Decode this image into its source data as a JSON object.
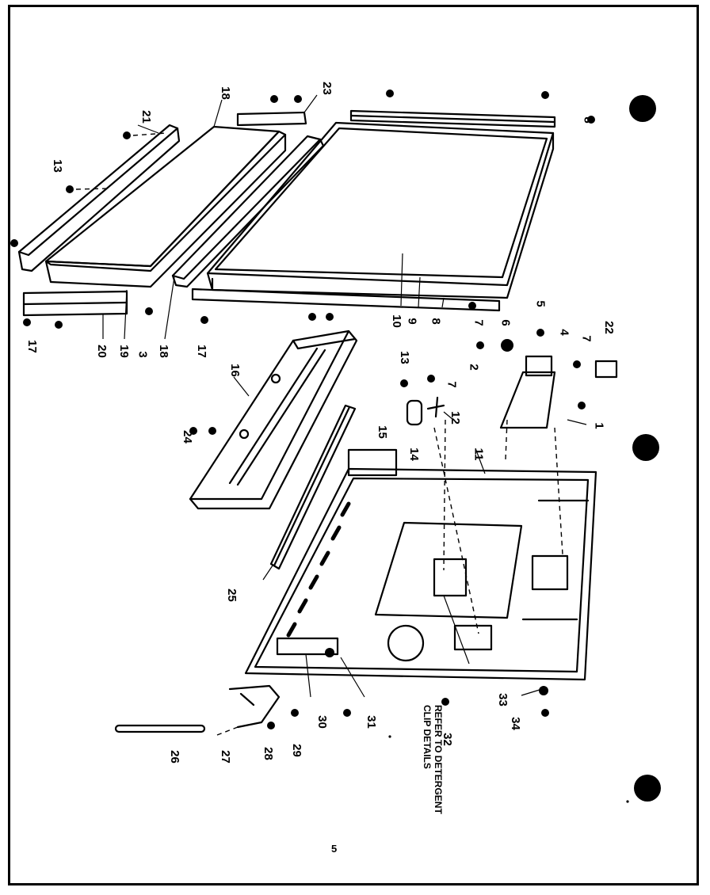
{
  "page_number": "5",
  "note": {
    "line1": "REFER TO DETERGENT",
    "line2": "CLIP DETAILS"
  },
  "callouts": {
    "c1": "1",
    "c2": "2",
    "c3": "3",
    "c4": "4",
    "c5": "5",
    "c6": "6",
    "c7a": "7",
    "c7b": "7",
    "c7c": "7",
    "c8a": "8",
    "c8b": "8",
    "c9": "9",
    "c10": "10",
    "c11": "11",
    "c12": "12",
    "c13a": "13",
    "c13b": "13",
    "c14": "14",
    "c15": "15",
    "c16": "16",
    "c17a": "17",
    "c17b": "17",
    "c18a": "18",
    "c18b": "18",
    "c19": "19",
    "c20": "20",
    "c21": "21",
    "c22": "22",
    "c23": "23",
    "c24": "24",
    "c25": "25",
    "c26": "26",
    "c27": "27",
    "c28": "28",
    "c29": "29",
    "c30": "30",
    "c31": "31",
    "c32": "32",
    "c33": "33",
    "c34": "34"
  },
  "colors": {
    "ink": "#000000",
    "paper": "#ffffff"
  }
}
